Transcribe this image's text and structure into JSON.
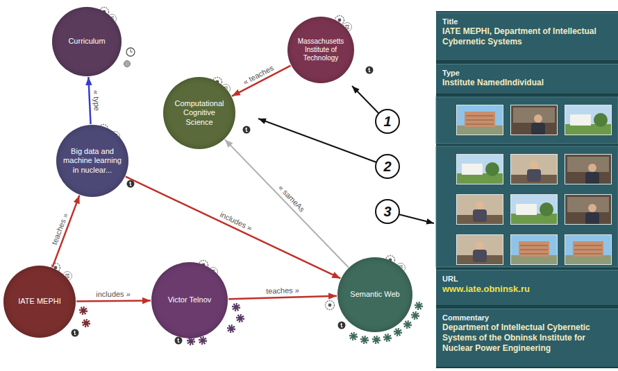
{
  "diagram": {
    "nodes": [
      {
        "text": [
          "Curriculum"
        ]
      },
      {
        "text": [
          "Massachusetts Institute of Technology"
        ]
      },
      {
        "text": [
          "Computational Cognitive Science"
        ]
      },
      {
        "text": [
          "Big data and machine learning in nuclear..."
        ]
      },
      {
        "text": [
          "IATE MEPHI"
        ]
      },
      {
        "text": [
          "Victor Telnov"
        ]
      },
      {
        "text": [
          "Semantic Web"
        ]
      },
      {
        "text": [
          "Title",
          "IATE MEPHI, Department of Intellectual Cybernetic Systems"
        ]
      },
      {
        "text": [
          "Type",
          "Institute NamedIndividual"
        ]
      },
      {
        "text": [
          "URL",
          "www.iate.obninsk.ru"
        ]
      },
      {
        "text": [
          "Commentary",
          "Department of Intellectual Cybernetic Systems of the Obninsk Institute for Nuclear Power Engineering"
        ]
      }
    ],
    "edges": [
      {
        "from": 3,
        "to": 0,
        "label": "« type",
        "arrow": "to"
      },
      {
        "from": 1,
        "to": 2,
        "label": "« teaches",
        "arrow": "to"
      },
      {
        "from": 4,
        "to": 3,
        "label": "teaches »",
        "arrow": "to"
      },
      {
        "from": 3,
        "to": 6,
        "label": "includes »",
        "arrow": "to"
      },
      {
        "from": 4,
        "to": 5,
        "label": "includes »",
        "arrow": "to"
      },
      {
        "from": 5,
        "to": 6,
        "label": "teaches »",
        "arrow": "to"
      },
      {
        "from": 6,
        "to": 2,
        "label": "« sameAs",
        "arrow": "to"
      }
    ],
    "labels": [
      "1",
      "2",
      "3"
    ]
  }
}
